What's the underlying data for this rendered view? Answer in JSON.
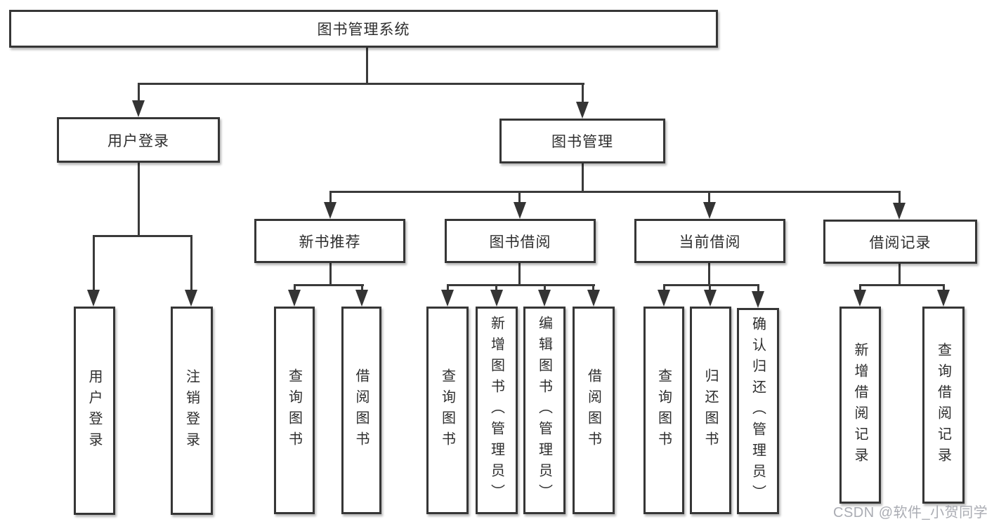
{
  "diagram_title": "图书管理系统",
  "tree": {
    "root": {
      "label": "图书管理系统"
    },
    "branches": [
      {
        "label": "用户登录",
        "children": [
          {
            "label": "用户登录"
          },
          {
            "label": "注销登录"
          }
        ]
      },
      {
        "label": "图书管理",
        "children": [
          {
            "label": "新书推荐",
            "children": [
              {
                "label": "查询图书"
              },
              {
                "label": "借阅图书"
              }
            ]
          },
          {
            "label": "图书借阅",
            "children": [
              {
                "label": "查询图书"
              },
              {
                "label": "新增图书（管理员）"
              },
              {
                "label": "编辑图书（管理员）"
              },
              {
                "label": "借阅图书"
              }
            ]
          },
          {
            "label": "当前借阅",
            "children": [
              {
                "label": "查询图书"
              },
              {
                "label": "归还图书"
              },
              {
                "label": "确认归还（管理员）"
              }
            ]
          },
          {
            "label": "借阅记录",
            "children": [
              {
                "label": "新增借阅记录"
              },
              {
                "label": "查询借阅记录"
              }
            ]
          }
        ]
      }
    ]
  },
  "watermark": {
    "text": "CSDN @软件_小贺同学"
  },
  "colors": {
    "line": "#3a3a3a",
    "text": "#2e2e2e",
    "background": "#ffffff",
    "watermark": "#a5a8af"
  }
}
